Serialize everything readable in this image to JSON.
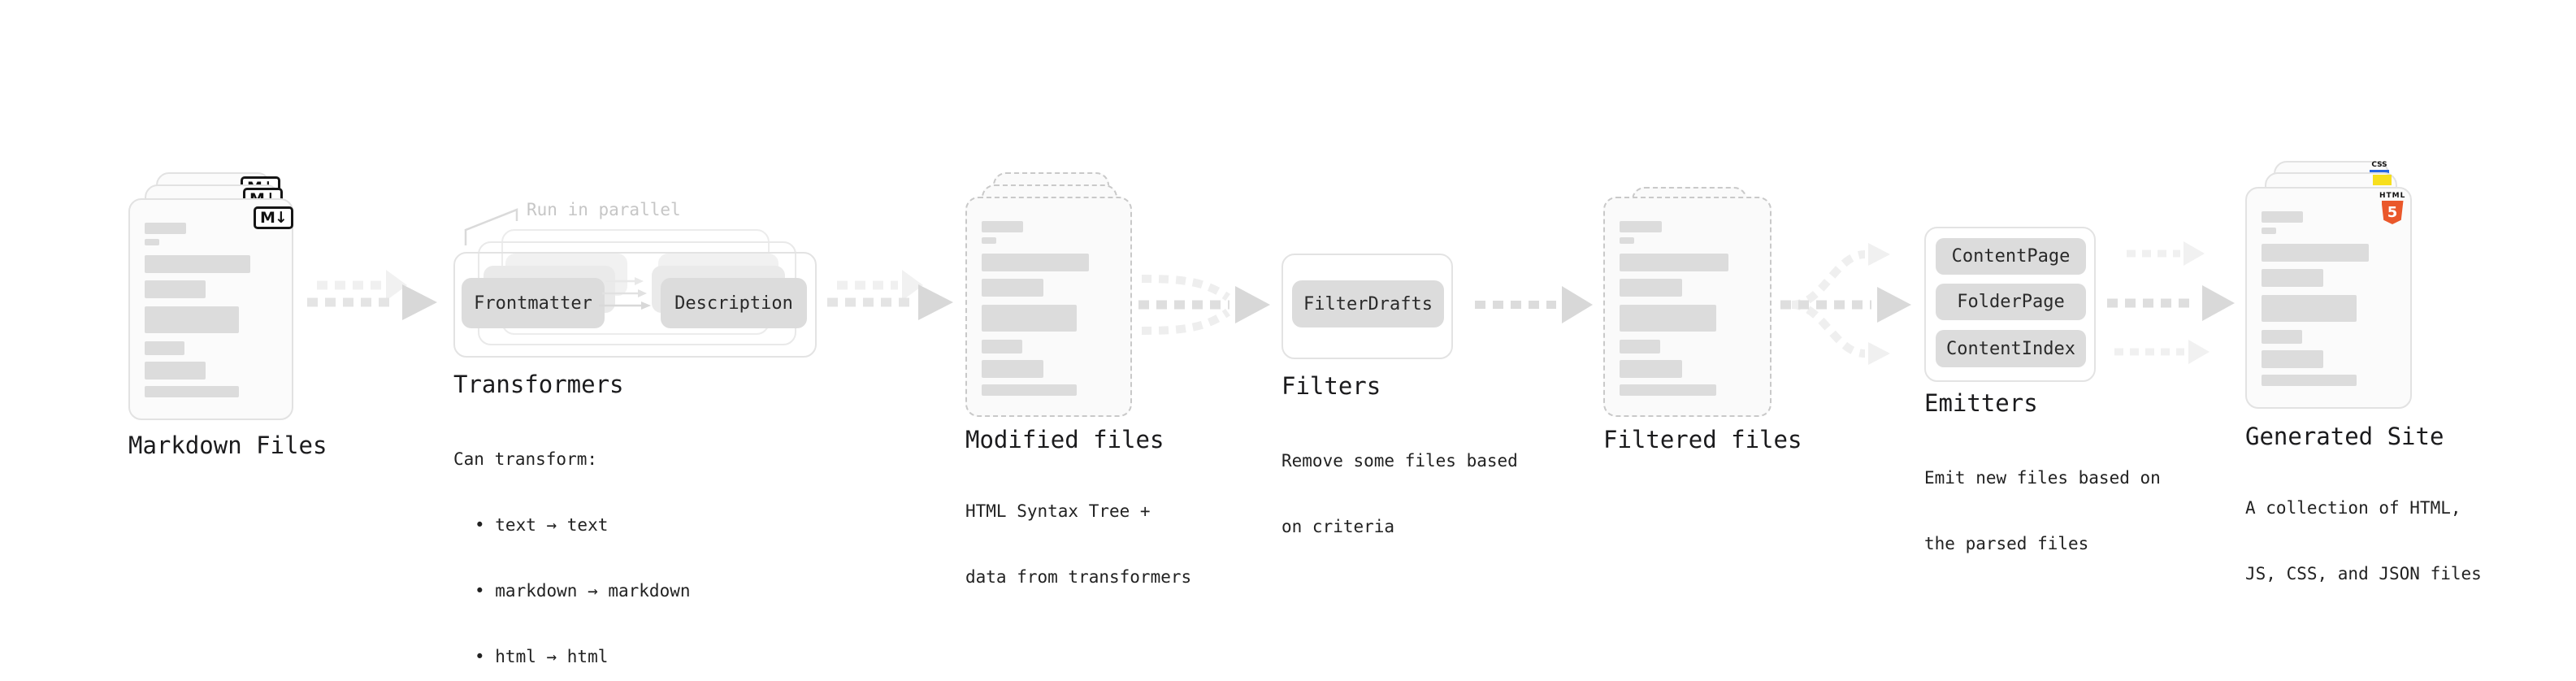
{
  "pipeline": {
    "markdown_files": {
      "label": "Markdown Files",
      "file_icon": "M↓",
      "file_count": 3
    },
    "transformers": {
      "annotation": "Run in parallel",
      "input_box": "Frontmatter",
      "output_box": "Description",
      "title": "Transformers",
      "desc": [
        "Can transform:",
        "• text → text",
        "• markdown → markdown",
        "• html → html"
      ]
    },
    "modified_files": {
      "title": "Modified files",
      "desc": [
        "HTML Syntax Tree +",
        "data from transformers"
      ],
      "file_count": 3
    },
    "filters": {
      "box": "FilterDrafts",
      "title": "Filters",
      "desc": [
        "Remove some files based",
        "on criteria"
      ]
    },
    "filtered_files": {
      "title": "Filtered files",
      "file_count": 2
    },
    "emitters": {
      "boxes": [
        "ContentPage",
        "FolderPage",
        "ContentIndex"
      ],
      "title": "Emitters",
      "desc": [
        "Emit new files based on",
        "the parsed files"
      ]
    },
    "generated_site": {
      "title": "Generated Site",
      "desc": [
        "A collection of HTML,",
        "JS, CSS, and JSON files"
      ],
      "badges": {
        "css_label": "CSS",
        "html_label": "HTML",
        "html_number": "5"
      }
    }
  },
  "colors": {
    "html5_orange": "#ea582b",
    "js_yellow": "#f7df1e",
    "css_blue": "#2666e4",
    "card_border": "#e2e2e2",
    "dashed_border": "#c9c9c9",
    "bar_gray": "#dcdcdc",
    "arrow_dark": "#d8d8d8",
    "arrow_light": "#f0f0f0"
  }
}
